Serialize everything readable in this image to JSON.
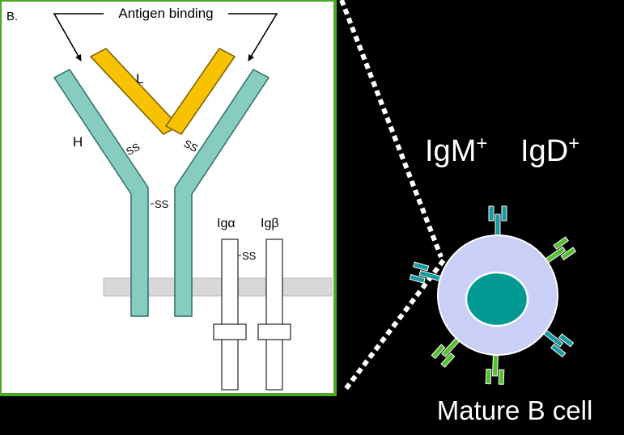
{
  "left_panel": {
    "panel_letter": "B.",
    "antigen_binding_label": "Antigen binding",
    "light_chain_label": "L",
    "heavy_chain_label": "H",
    "disulfide_label": "SS",
    "ig_alpha_label": "Igα",
    "ig_beta_label": "Igβ"
  },
  "right_panel": {
    "igm_label": "IgM",
    "igd_label": "IgD",
    "plus_sign": "+",
    "cell_label": "Mature B cell"
  },
  "colors": {
    "heavy_chain": "#86cdc0",
    "light_chain": "#f7c200",
    "panel_border": "#4aaa22",
    "membrane": "#d8d8d8",
    "cell_body": "#c9cff7",
    "nucleus": "#009a93",
    "igm_receptor": "#1a9aa0",
    "igd_receptor": "#55c030"
  },
  "icons": {
    "igm_receptor": "teal-y-receptor-icon",
    "igd_receptor": "green-y-receptor-icon"
  }
}
